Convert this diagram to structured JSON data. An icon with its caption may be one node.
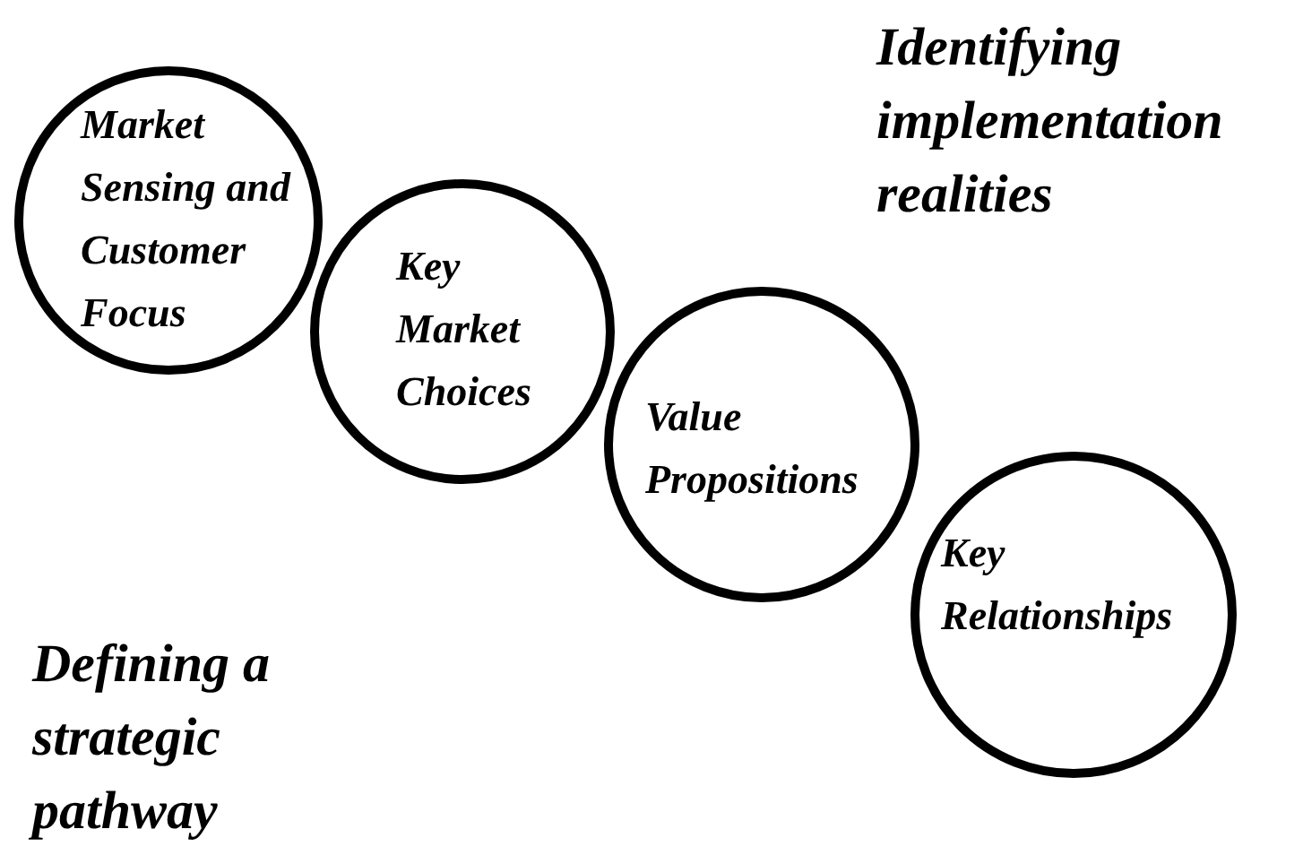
{
  "diagram": {
    "nodes": [
      {
        "text": [
          "Market Sensing and Customer Focus"
        ]
      },
      {
        "text": [
          "Key Market Choices"
        ]
      },
      {
        "text": [
          "Value Propositions"
        ]
      },
      {
        "text": [
          "Key Relationships"
        ]
      }
    ],
    "labels": [
      "Identifying implementation realities",
      "Defining a strategic pathway"
    ]
  }
}
